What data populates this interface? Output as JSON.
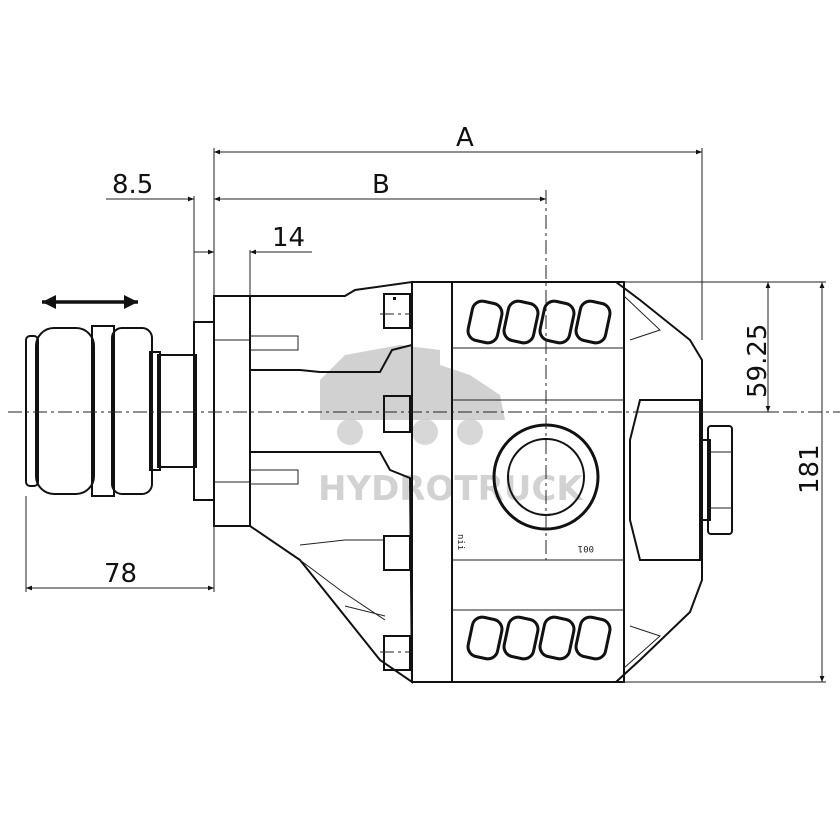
{
  "dimensions": {
    "a_label": "A",
    "b_label": "B",
    "d_8_5": "8.5",
    "d_14": "14",
    "d_78": "78",
    "d_59_25": "59.25",
    "d_181": "181"
  },
  "watermark": {
    "text": "HYDROTRUCK"
  },
  "part_markings": {
    "mark_left": "nii",
    "mark_right": "001"
  },
  "icons": {
    "shaft_motion": "double-arrow-icon"
  }
}
